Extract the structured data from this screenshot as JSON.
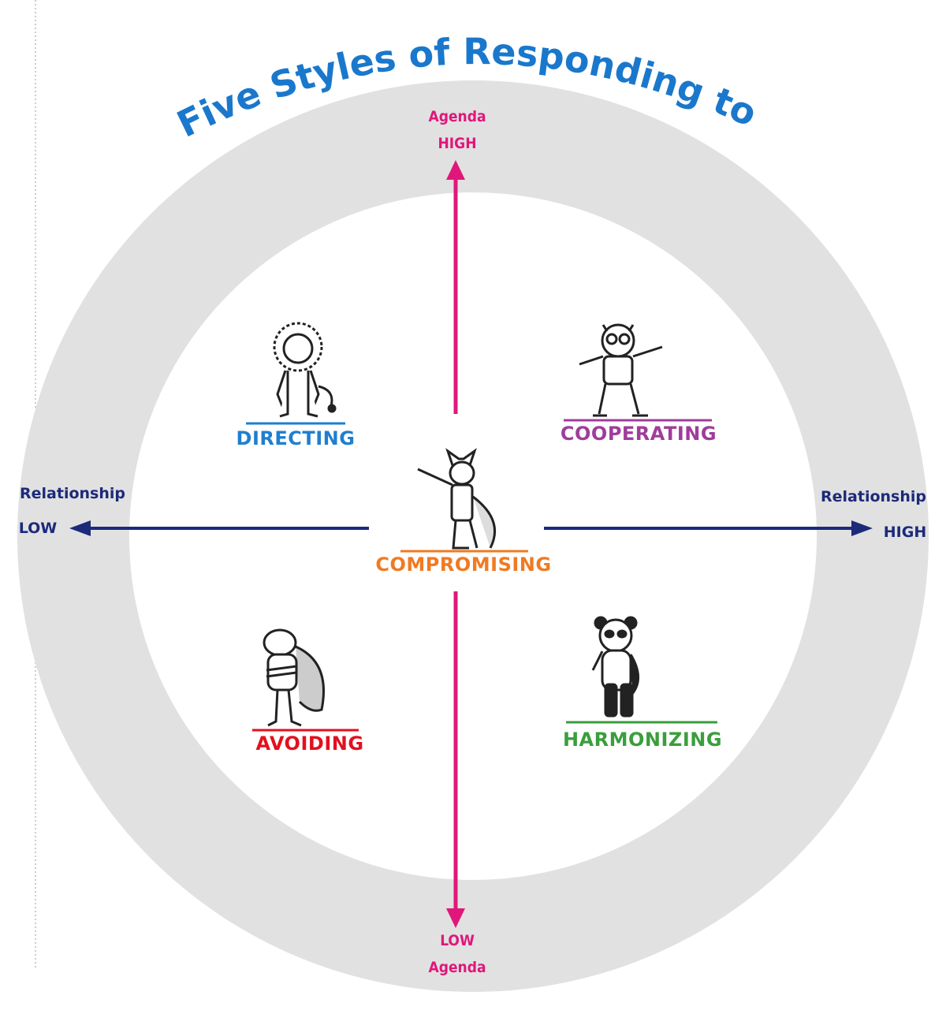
{
  "title": "Five Styles of Responding to Conflict",
  "axes": {
    "agenda_top": {
      "label": "Agenda",
      "level": "HIGH"
    },
    "agenda_bottom": {
      "label": "Agenda",
      "level": "LOW"
    },
    "relationship_left": {
      "label": "Relationship",
      "level": "LOW"
    },
    "relationship_right": {
      "label": "Relationship",
      "level": "HIGH"
    }
  },
  "styles": [
    {
      "name": "DIRECTING",
      "animal": "lion-icon",
      "color": "#1e7fd0"
    },
    {
      "name": "COOPERATING",
      "animal": "owl-icon",
      "color": "#a03c9c"
    },
    {
      "name": "COMPROMISING",
      "animal": "fox-icon",
      "color": "#f07a22"
    },
    {
      "name": "AVOIDING",
      "animal": "turtle-icon",
      "color": "#e3101e"
    },
    {
      "name": "HARMONIZING",
      "animal": "panda-icon",
      "color": "#3a9e3c"
    }
  ],
  "colors": {
    "title": "#1a78cc",
    "ring": "#e1e1e1",
    "agenda_axis": "#e0177a",
    "relationship_axis": "#1c2a7a"
  }
}
